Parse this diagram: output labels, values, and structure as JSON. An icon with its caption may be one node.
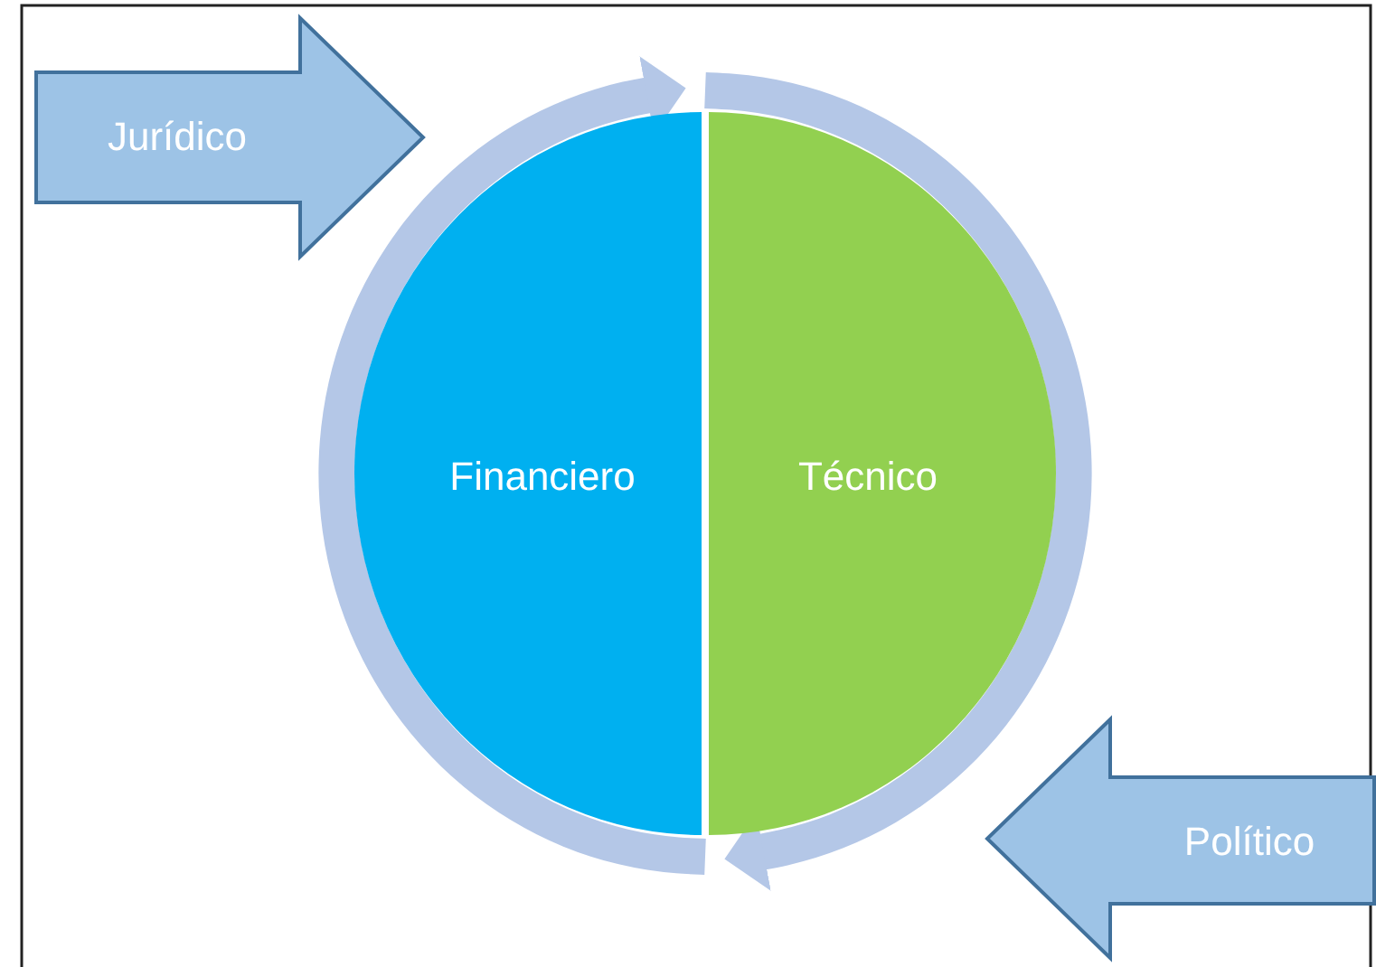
{
  "diagram": {
    "nodes": [
      {
        "text": [
          "Jurídico"
        ]
      },
      {
        "text": [
          "Político"
        ]
      },
      {
        "text": [
          "Financiero"
        ]
      },
      {
        "text": [
          "Técnico"
        ]
      }
    ]
  }
}
